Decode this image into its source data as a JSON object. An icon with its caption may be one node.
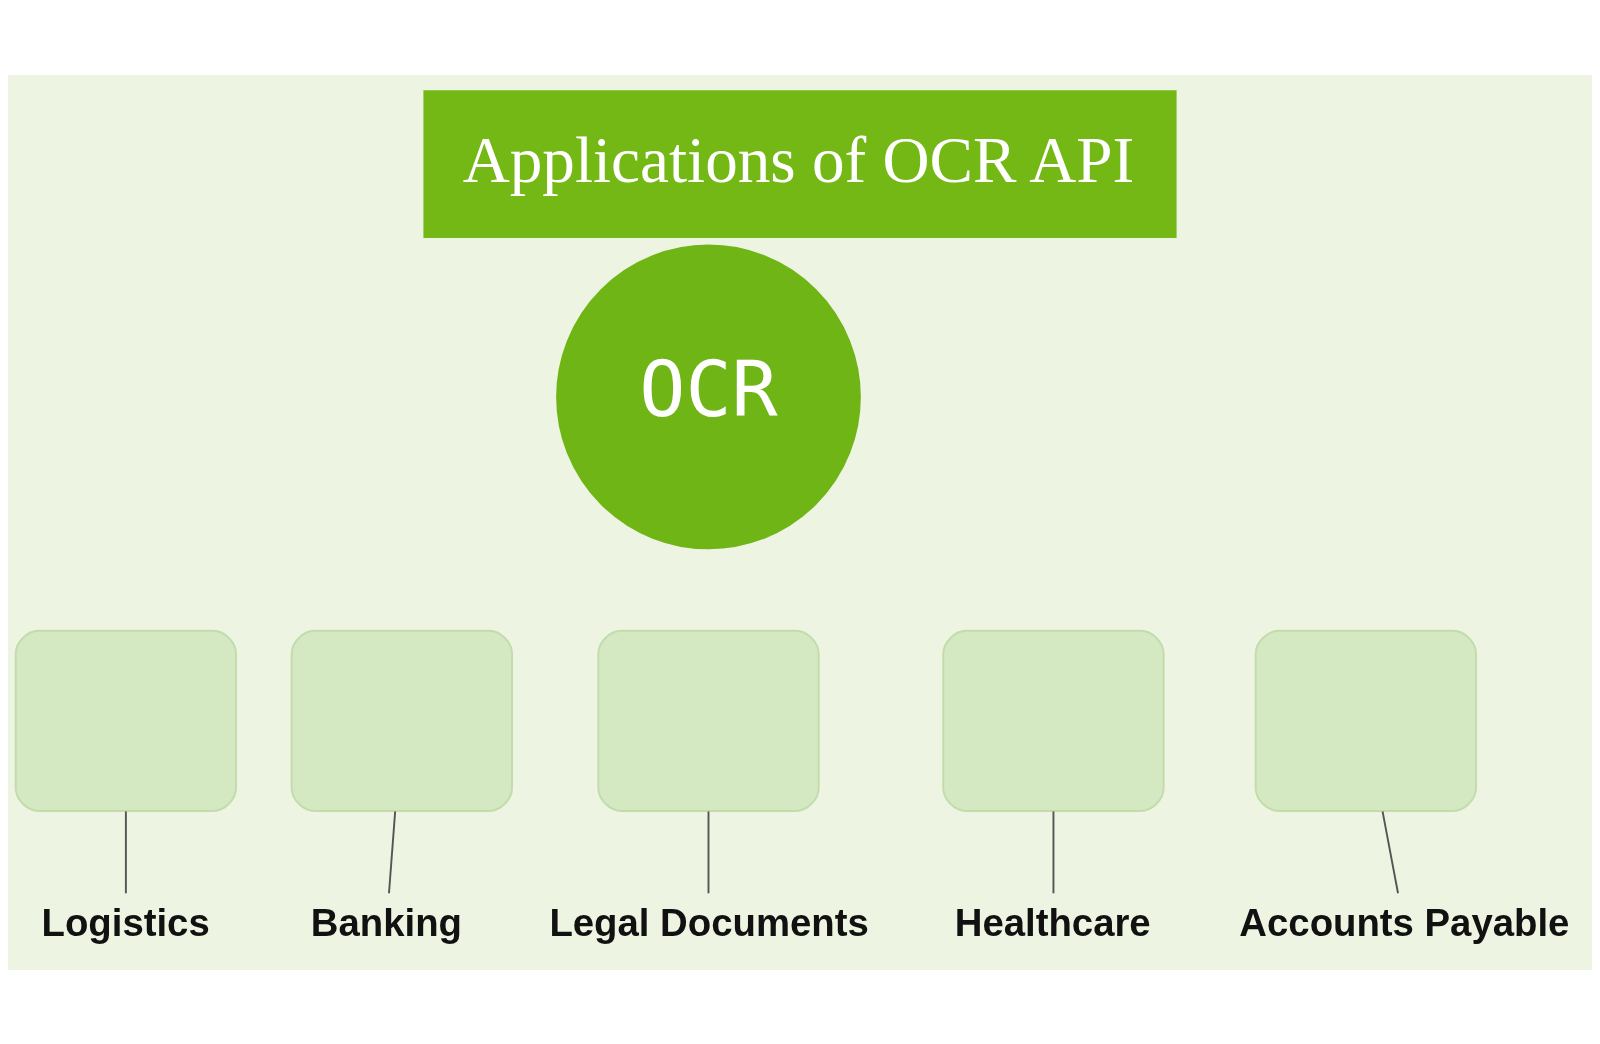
{
  "diagram": {
    "title": "Applications of OCR API",
    "nodes": [
      {
        "text": [
          "OCR"
        ]
      },
      {
        "text": [],
        "shape": "box"
      },
      {
        "text": [],
        "shape": "box"
      },
      {
        "text": [],
        "shape": "box"
      },
      {
        "text": [],
        "shape": "box"
      },
      {
        "text": [],
        "shape": "box"
      },
      {
        "text": [
          "Logistics"
        ]
      },
      {
        "text": [
          "Banking"
        ]
      },
      {
        "text": [
          "Legal Documents"
        ]
      },
      {
        "text": [
          "Healthcare"
        ]
      },
      {
        "text": [
          "Accounts Payable"
        ]
      }
    ],
    "edges": [
      {
        "from": 6,
        "to": 1,
        "arrow": "none"
      },
      {
        "from": 7,
        "to": 2,
        "arrow": "none"
      },
      {
        "from": 8,
        "to": 3,
        "arrow": "none"
      },
      {
        "from": 9,
        "to": 4,
        "arrow": "none"
      },
      {
        "from": 10,
        "to": 5,
        "arrow": "none"
      }
    ]
  }
}
